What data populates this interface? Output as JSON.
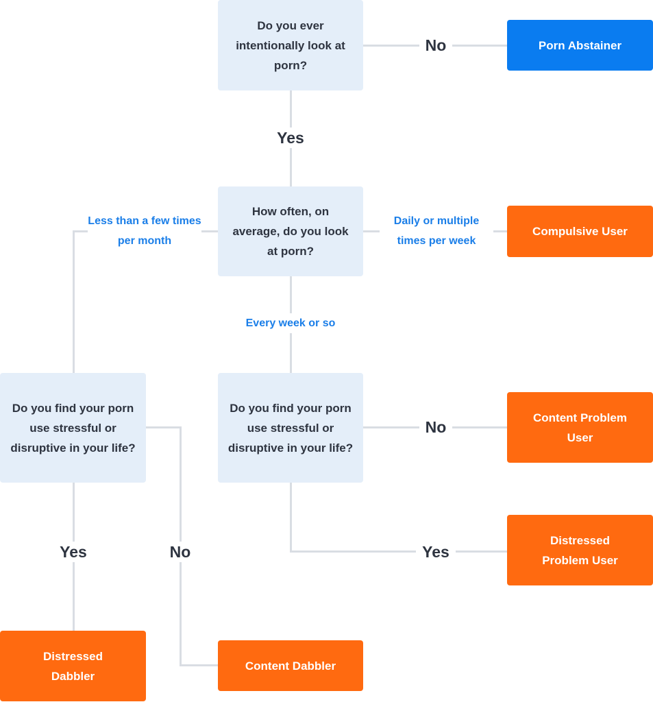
{
  "questions": {
    "q1": "Do you ever intentionally look at porn?",
    "q2": "How often, on average, do you look at porn?",
    "q3_left": "Do you find your porn use stressful or disruptive in your life?",
    "q3_right": "Do you find your porn use stressful or disruptive in your life?"
  },
  "results": {
    "porn_abstainer": "Porn Abstainer",
    "compulsive_user": "Compulsive User",
    "content_problem_user": "Content Problem User",
    "distressed_problem_user": "Distressed Problem User",
    "distressed_dabbler": "Distressed Dabbler",
    "content_dabbler": "Content Dabbler"
  },
  "branches": {
    "q1_no": "No",
    "q1_yes": "Yes",
    "q2_less": "Less than a few times per month",
    "q2_daily": "Daily or multiple times per week",
    "q2_weekly": "Every week or so",
    "q3r_no": "No",
    "q3r_yes": "Yes",
    "q3l_yes": "Yes",
    "q3l_no": "No"
  },
  "colors": {
    "question_fill": "#e4eef9",
    "result_orange": "#ff6a10",
    "result_blue": "#0a7cf0",
    "connector": "#d9dde3",
    "frequency_label": "#1a7ee8"
  }
}
